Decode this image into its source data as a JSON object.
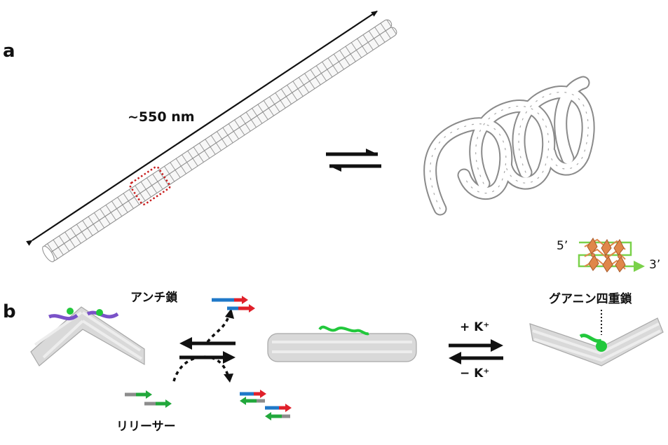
{
  "panels": {
    "a": {
      "label": "a",
      "length_label": "~550 nm"
    },
    "b": {
      "label": "b",
      "anti_strand_label": "アンチ鎖",
      "releaser_label": "リリーサー",
      "quadruplex_label": "グアニン四重鎖",
      "five_prime": "5’",
      "three_prime": "3’",
      "k_plus_label": "+ K⁺",
      "k_minus_label": "− K⁺"
    }
  },
  "colors": {
    "strand_blue": "#1f78c8",
    "strand_red": "#e0202a",
    "strand_green": "#22a83c",
    "strand_gray": "#8c8c8c",
    "strand_purple": "#7a52c8",
    "g_quad_green": "#7ad14a",
    "g_quad_orange": "#e0874a",
    "highlight_dotted_red": "#c81e1e"
  }
}
